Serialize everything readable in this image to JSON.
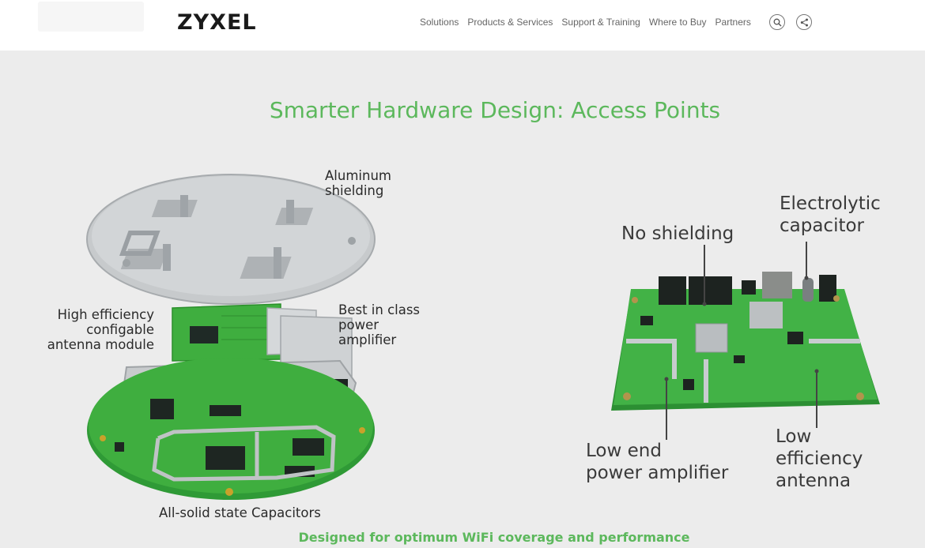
{
  "header": {
    "brand": "ZYXEL",
    "nav": [
      "Solutions",
      "Products & Services",
      "Support & Training",
      "Where to Buy",
      "Partners"
    ],
    "icons": [
      "search-icon",
      "share-icon"
    ]
  },
  "main": {
    "title": "Smarter Hardware Design: Access Points",
    "subtitle": "Designed for optimum WiFi coverage and performance"
  },
  "left_labels": {
    "aluminum": [
      "Aluminum",
      "shielding"
    ],
    "antenna": [
      "High efficiency",
      "configable",
      "antenna module"
    ],
    "amplifier": [
      "Best in class",
      "power",
      "amplifier"
    ],
    "capacitors": "All-solid state Capacitors"
  },
  "right_labels": {
    "no_shielding": "No shielding",
    "electrolytic": [
      "Electrolytic",
      "capacitor"
    ],
    "low_end": [
      "Low end",
      "power amplifier"
    ],
    "low_eff": [
      "Low",
      "efficiency",
      "antenna"
    ]
  },
  "colors": {
    "accent": "#5cb85c",
    "pcb": "#3fae3f",
    "metal": "#c9ccce"
  }
}
